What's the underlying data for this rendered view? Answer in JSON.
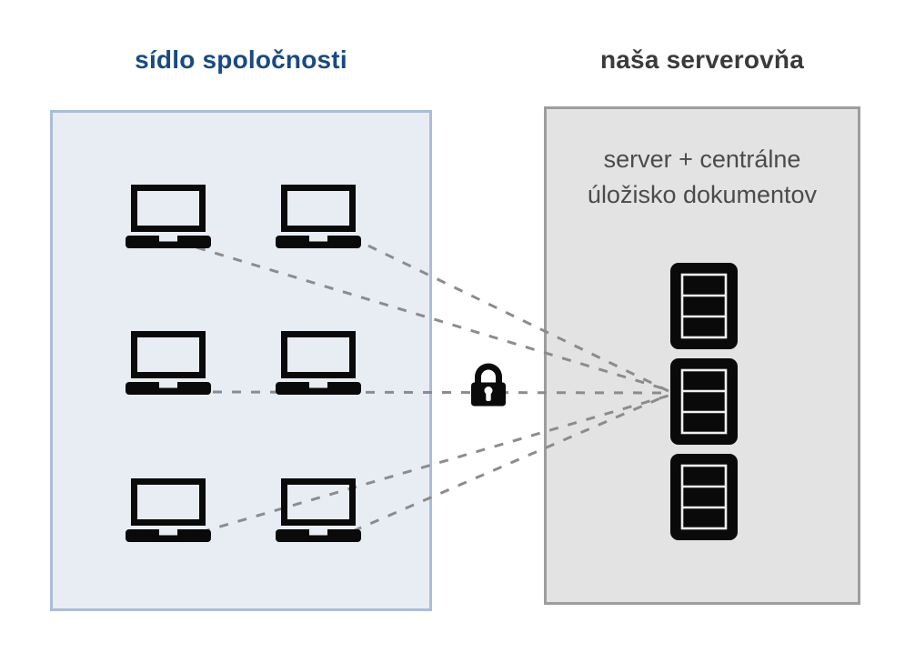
{
  "diagram": {
    "left_zone": {
      "title": "sídlo spoločnosti",
      "workstation_count": 6,
      "workstation_icon": "laptop-icon"
    },
    "right_zone": {
      "title": "naša serverovňa",
      "label": {
        "line1": "server + centrálne",
        "line2": "úložisko dokumentov"
      },
      "server_count": 3,
      "server_icon": "server-icon"
    },
    "link": {
      "icon": "padlock-icon",
      "connection_count": 5
    }
  },
  "colors": {
    "page-bg": "#ffffff",
    "accent-blue": "#1a4a82",
    "title-dark": "#3a3a3a",
    "zone-left-bg": "#e8edf4",
    "zone-left-border": "#aabdd8",
    "zone-right-bg": "#e3e3e3",
    "zone-right-border": "#9d9d9d",
    "label-gray": "#4b4b4b",
    "dash-gray": "#8c8c8c",
    "icon-black": "#0a0a0a",
    "server-stroke": "#f0f0f0",
    "keyhole-white": "#fdfdfd"
  }
}
